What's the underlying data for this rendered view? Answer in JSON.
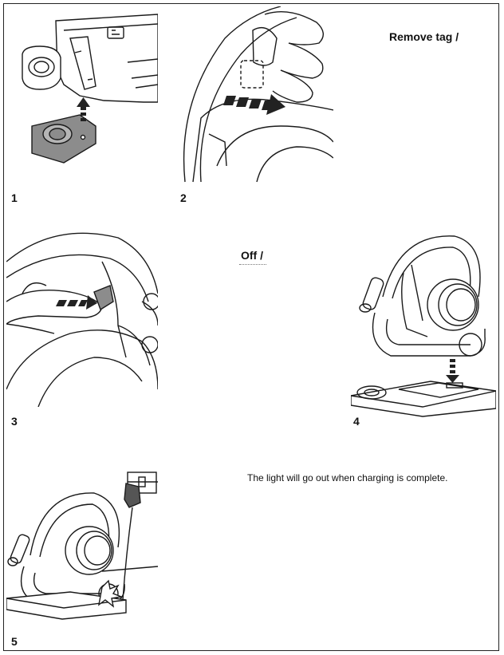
{
  "steps": [
    {
      "number": "1"
    },
    {
      "number": "2",
      "caption": "Remove tag /"
    },
    {
      "number": "3",
      "caption": "Off /"
    },
    {
      "number": "4"
    },
    {
      "number": "5",
      "caption": "The light will go out when charging is complete."
    }
  ],
  "colors": {
    "line": "#1a1a1a",
    "shade": "#8c8c8c",
    "arrow": "#222222"
  }
}
